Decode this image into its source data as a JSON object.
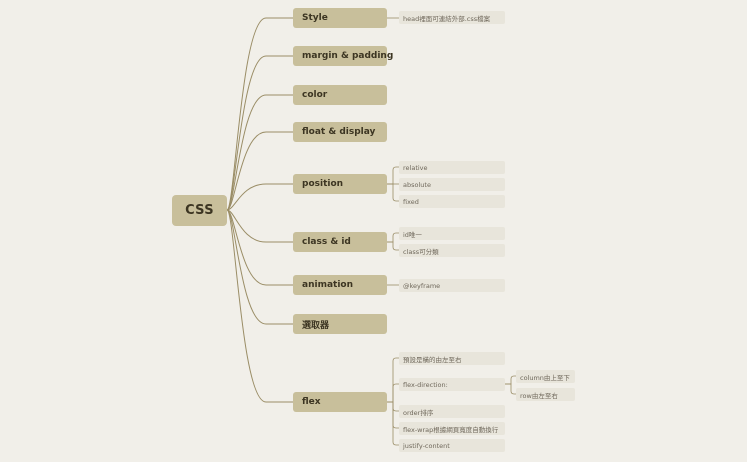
{
  "root": {
    "label": "CSS"
  },
  "branches": [
    {
      "label": "Style",
      "children": [
        "head裡面可連結外部.css檔案"
      ]
    },
    {
      "label": "margin & padding",
      "children": []
    },
    {
      "label": "color",
      "children": []
    },
    {
      "label": "float & display",
      "children": []
    },
    {
      "label": "position",
      "children": [
        "relative",
        "absolute",
        "fixed"
      ]
    },
    {
      "label": "class & id",
      "children": [
        "id唯一",
        "class可分類"
      ]
    },
    {
      "label": "animation",
      "children": [
        "@keyframe"
      ]
    },
    {
      "label": "選取器",
      "children": []
    },
    {
      "label": "flex",
      "children": [
        "預設是橫的由左至右",
        "flex-direction:",
        "order排序",
        "flex-wrap根據網頁寬度自動換行",
        "justify-content"
      ]
    }
  ],
  "flex_direction_options": [
    "column由上至下",
    "row由左至右"
  ],
  "colors": {
    "background": "#f1efe9",
    "node": "#c8bf9b",
    "leaf": "#e8e5db",
    "connector": "#9a8d66",
    "text": "#3c3522",
    "leaf_text": "#6f685b"
  }
}
